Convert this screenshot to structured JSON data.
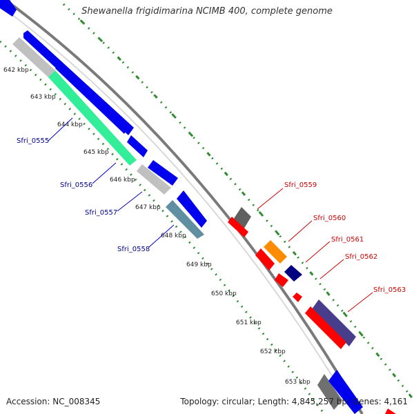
{
  "title": "Shewanella frigidimarina NCIMB 400, complete genome",
  "footer": {
    "accession": "Accession: NC_008345",
    "summary": "Topology: circular; Length: 4,845,257 bp; Genes: 4,161"
  },
  "scale": {
    "kbp_labels": [
      "642 kbp",
      "643 kbp",
      "644 kbp",
      "645 kbp",
      "646 kbp",
      "647 kbp",
      "648 kbp",
      "649 kbp",
      "650 kbp",
      "651 kbp",
      "652 kbp",
      "653 kbp"
    ]
  },
  "gene_labels": {
    "left": [
      "Sfri_0555",
      "Sfri_0556",
      "Sfri_0557",
      "Sfri_0558"
    ],
    "right": [
      "Sfri_0559",
      "Sfri_0560",
      "Sfri_0561",
      "Sfri_0562",
      "Sfri_0563"
    ]
  },
  "colors": {
    "left_label": "#00008b",
    "right_label": "#cc0000",
    "backbone": "#888888",
    "tick": "#228b22"
  }
}
